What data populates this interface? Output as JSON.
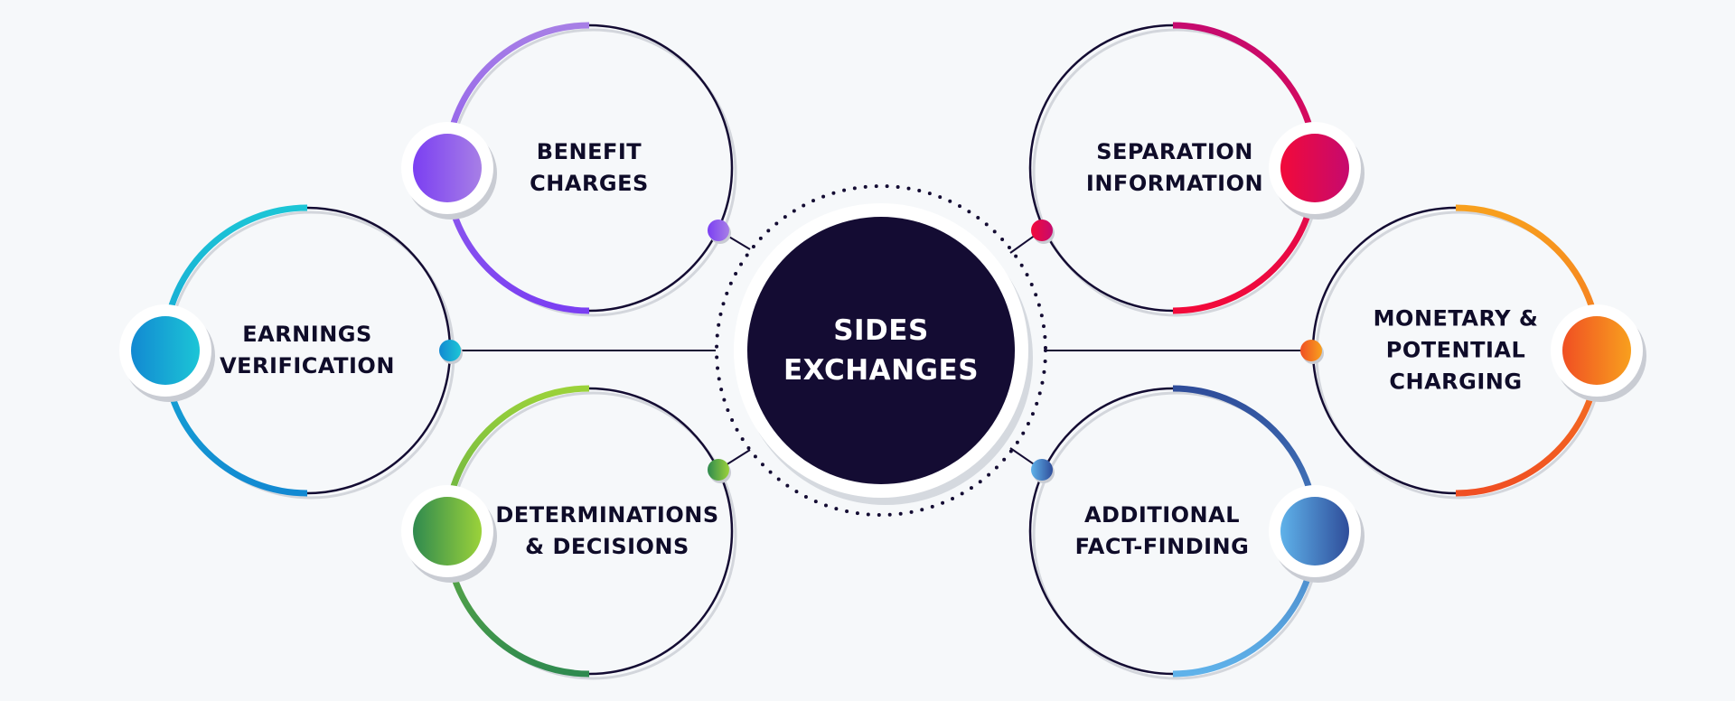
{
  "center": {
    "line1": "SIDES",
    "line2": "EXCHANGES",
    "fill": "#140c33"
  },
  "nodes": [
    {
      "id": "benefit-charges",
      "line1": "BENEFIT",
      "line2": "CHARGES",
      "line3": "",
      "color1": "#7b3ff2",
      "color2": "#a77fe6",
      "icon": "circle-badge"
    },
    {
      "id": "earnings-verification",
      "line1": "EARNINGS",
      "line2": "VERIFICATION",
      "line3": "",
      "color1": "#1289d2",
      "color2": "#1cc5d6",
      "icon": "circle-badge"
    },
    {
      "id": "determinations-decisions",
      "line1": "DETERMINATIONS",
      "line2": "& DECISIONS",
      "line3": "",
      "color1": "#2f8a4f",
      "color2": "#9bd23a",
      "icon": "circle-badge"
    },
    {
      "id": "separation-information",
      "line1": "SEPARATION",
      "line2": "INFORMATION",
      "line3": "",
      "color1": "#f20a3a",
      "color2": "#c60a6e",
      "icon": "circle-badge"
    },
    {
      "id": "monetary-potential-charging",
      "line1": "MONETARY &",
      "line2": "POTENTIAL",
      "line3": "CHARGING",
      "color1": "#f04f23",
      "color2": "#f8a01e",
      "icon": "circle-badge"
    },
    {
      "id": "additional-fact-finding",
      "line1": "ADDITIONAL",
      "line2": "FACT-FINDING",
      "line3": "",
      "color1": "#5fb2ea",
      "color2": "#2f4d9a",
      "icon": "circle-badge"
    }
  ]
}
